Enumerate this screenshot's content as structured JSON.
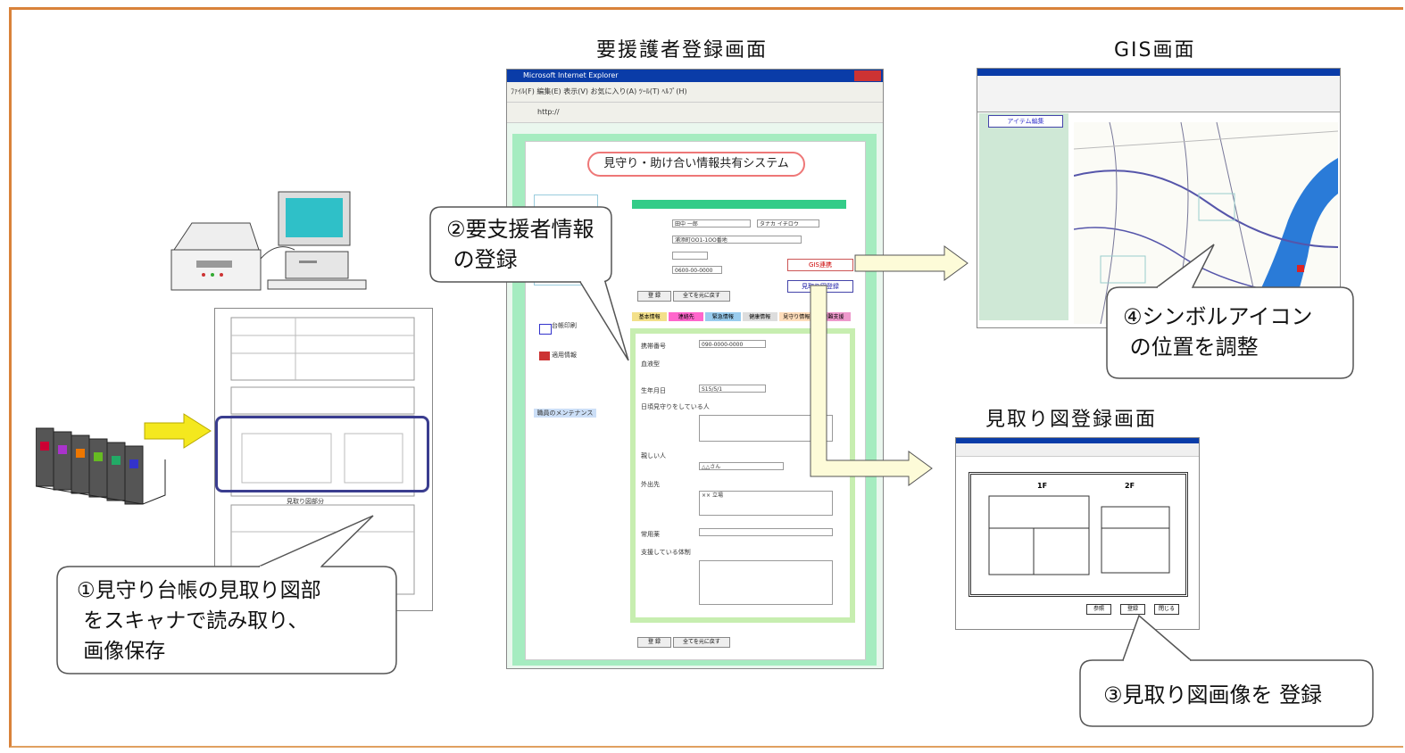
{
  "titles": {
    "registration_screen": "要援護者登録画面",
    "gis_screen": "GIS画面",
    "floorplan_screen": "見取り図登録画面"
  },
  "callouts": {
    "step1": "①見守り台帳の見取り図部\n をスキャナで読み取り、\n 画像保存",
    "step2": "②要支援者情報\n の登録",
    "step3": "③見取り図画像を 登録",
    "step4": "④シンボルアイコン\n の位置を調整"
  },
  "registration_window": {
    "titlebar": "Microsoft Internet Explorer",
    "menu": "ﾌｧｲﾙ(F)  編集(E)  表示(V)  お気に入り(A)  ﾂｰﾙ(T)  ﾍﾙﾌﾟ(H)",
    "address": "http://",
    "system_banner": "見守り・助け合い情報共有システム",
    "gis_button": "GIS連携",
    "floorplan_button": "見取り図登録",
    "save_button": "登 録",
    "reset_button": "全てを元に戻す",
    "tabs": [
      "基本情報",
      "連絡先",
      "緊急情報",
      "健康情報",
      "見守り情報",
      "避難支援"
    ],
    "side_items": [
      "台帳印刷",
      "適用情報",
      "職員のメンテナンス"
    ],
    "form_labels": [
      "携帯番号",
      "血液型",
      "生年月日",
      "日頃見守りをしている人",
      "親しい人",
      "外出先",
      "常用薬",
      "支援している体制"
    ],
    "form_values": [
      "090-0000-0000",
      "S15/5/1",
      "△△さん",
      "×× 立場"
    ],
    "name_field": "田中 一郎",
    "kana_field": "タナカ イチロウ",
    "address_field": "浦添町OO1-1OO番地",
    "phone_field": "0600-00-0000"
  },
  "gis_window": {
    "panel_title": "アイテム編集"
  },
  "floorplan_window": {
    "floor1": "1F",
    "floor2": "2F",
    "buttons": [
      "参照",
      "登録",
      "閉じる"
    ]
  },
  "ledger": {
    "highlight_caption": "見取り図部分"
  },
  "colors": {
    "frame_orange": "#d9823a",
    "highlight_blue": "#3a3d8f",
    "arrow_yellow": "#f4e81e",
    "form_green": "#8fe0a6"
  }
}
